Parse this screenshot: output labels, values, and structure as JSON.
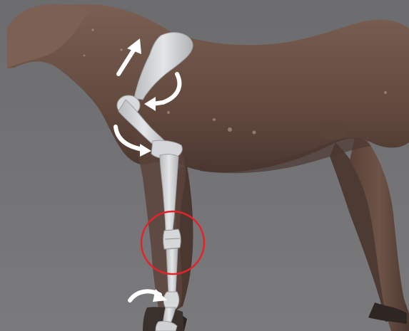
{
  "scene": {
    "subject": "horse-forelimb-skeleton",
    "colors": {
      "background": "#6f6f71",
      "horse_body": "#6e5448",
      "horse_shadow": "#4d3a33",
      "bone": "#d9dadc",
      "bone_shadow": "#a9abae",
      "arrow": "#ffffff",
      "highlight_circle": "#e0242b"
    },
    "annotations": {
      "arrows": [
        "scapula-up-arrow",
        "shoulder-rotation-arrow",
        "elbow-rotation-arrow",
        "fetlock-rotation-arrow"
      ],
      "highlight": "knee-joint-circle"
    }
  }
}
